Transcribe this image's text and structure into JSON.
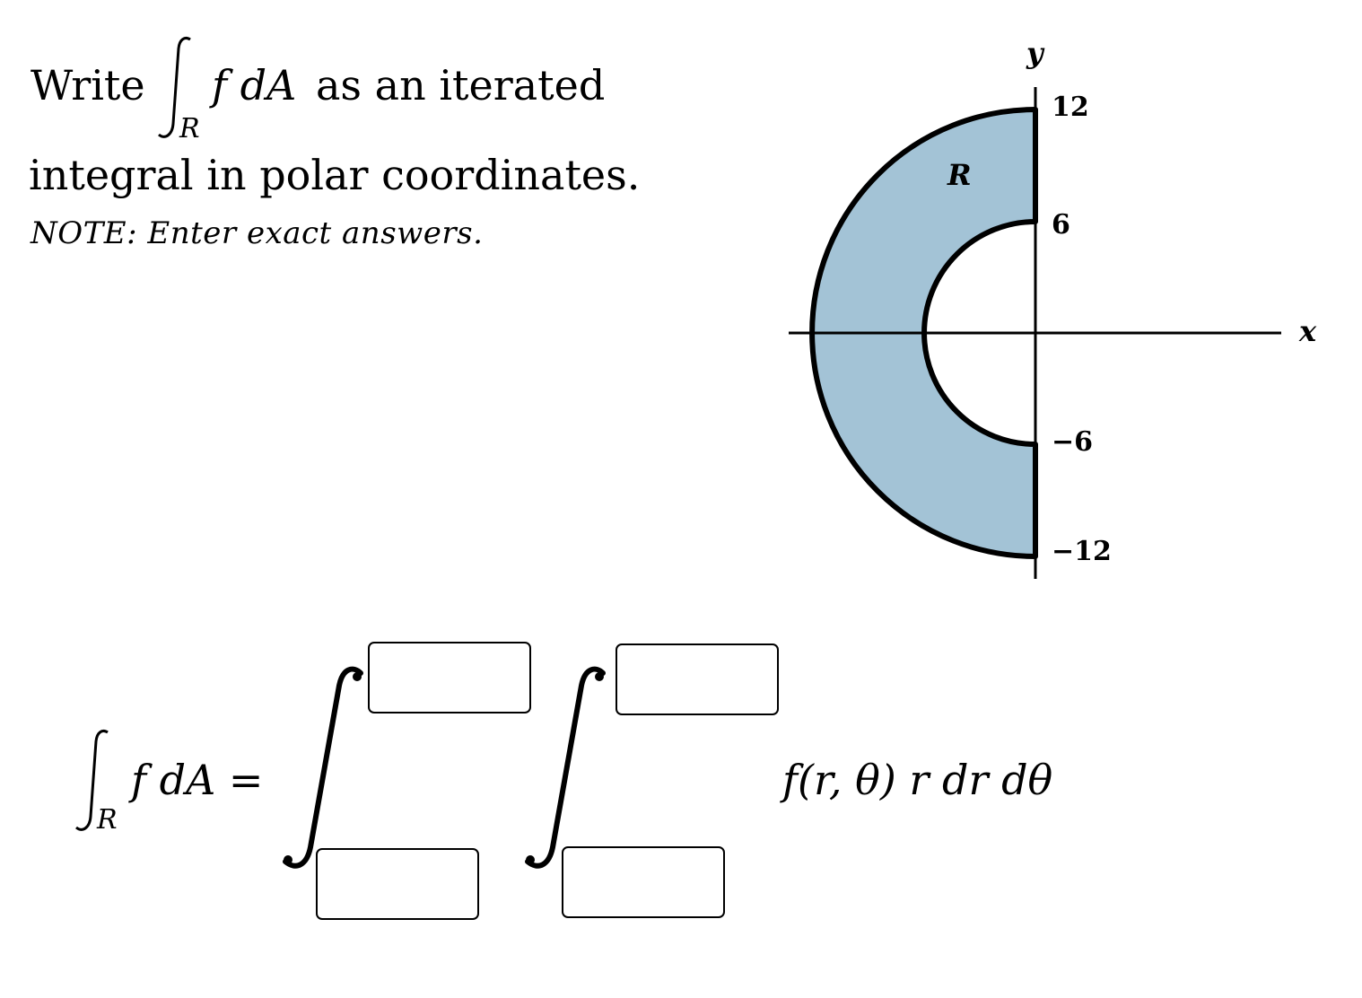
{
  "prompt": {
    "write": "Write",
    "integral_sub": "R",
    "integrand": "f dA",
    "as_iterated": "as an iterated",
    "line2": "integral in polar coordinates.",
    "note": "NOTE: Enter exact answers."
  },
  "graph": {
    "x_label": "x",
    "y_label": "y",
    "region_label": "R",
    "ticks": {
      "y_top": "12",
      "y_inner_top": "6",
      "y_inner_bottom": "−6",
      "y_bottom": "−12"
    },
    "inner_radius": 6,
    "outer_radius": 12,
    "fill_color": "#a3c3d6",
    "stroke_color": "#000000"
  },
  "equation": {
    "lhs_sub": "R",
    "lhs": "f dA =",
    "integrand": "f(r, θ) r dr dθ"
  },
  "inputs": {
    "outer_upper": "",
    "outer_lower": "",
    "inner_upper": "",
    "inner_lower": ""
  }
}
